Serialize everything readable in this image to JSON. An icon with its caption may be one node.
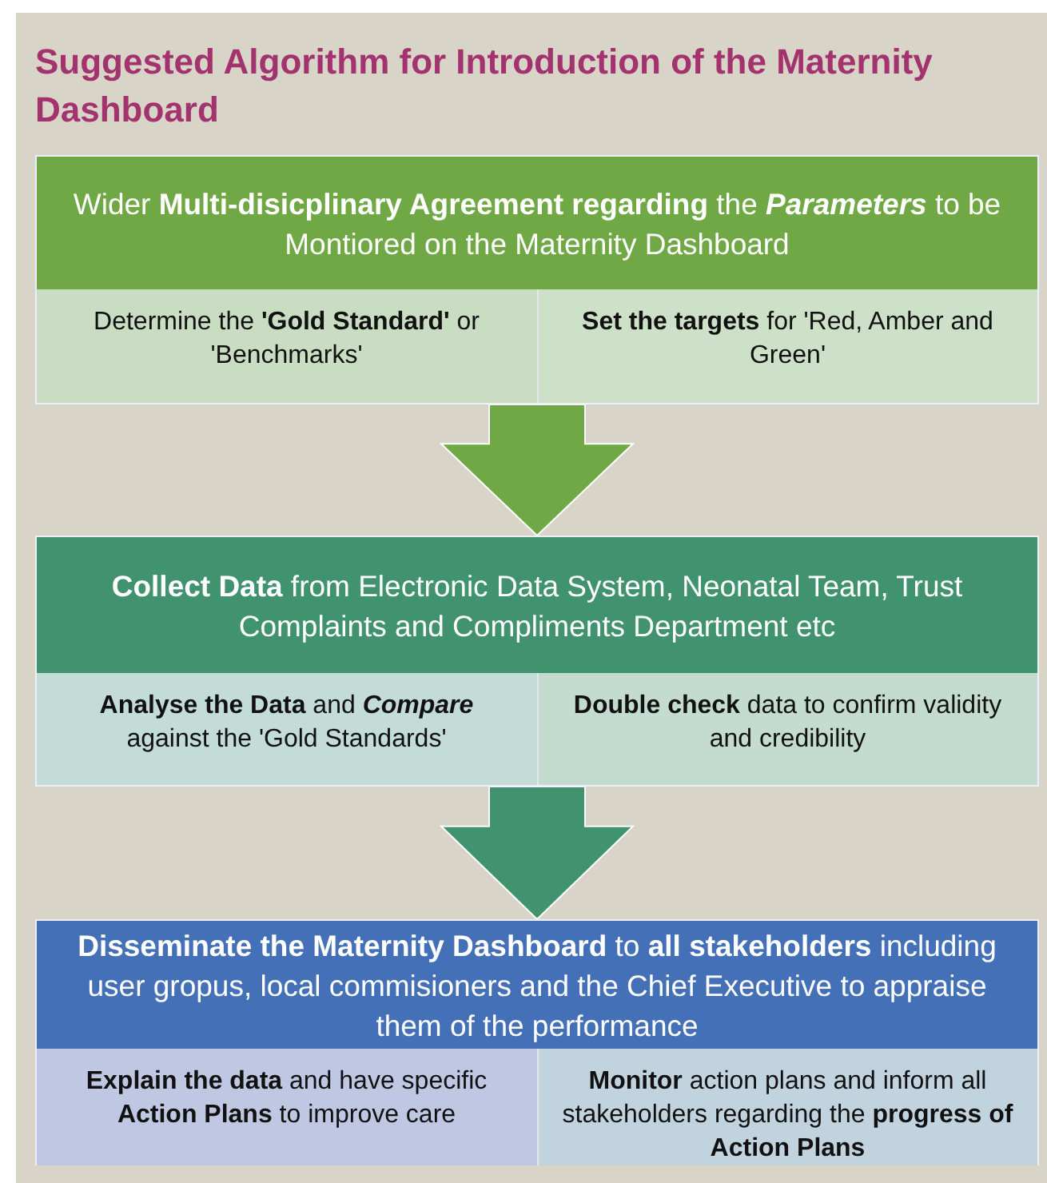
{
  "diagram": {
    "title": "Suggested Algorithm for Introduction of the Maternity Dashboard",
    "nodes": [
      {
        "text": [
          "Wider **Multi-disicplinary Agreement regarding** the *Parameters* to be Montiored on the Maternity Dashboard"
        ]
      },
      {
        "text": [
          "Determine the **'Gold Standard'** or 'Benchmarks'"
        ],
        "in": 0
      },
      {
        "text": [
          "**Set the targets** for 'Red, Amber and Green'"
        ],
        "in": 0
      },
      {
        "text": [
          "**Collect Data** from Electronic Data System, Neonatal Team, Trust Complaints and Compliments Department etc"
        ]
      },
      {
        "text": [
          "**Analyse the Data** and *Compare* against the 'Gold Standards'"
        ],
        "in": 3
      },
      {
        "text": [
          "**Double check** data to confirm validity and credibility"
        ],
        "in": 3
      },
      {
        "text": [
          "**Disseminate the Maternity Dashboard** to **all stakeholders** including user gropus, local commisioners and the Chief Executive to appraise them of the performance"
        ]
      },
      {
        "text": [
          "**Explain the data** and have specific **Action Plans** to improve care"
        ],
        "in": 6
      },
      {
        "text": [
          "**Monitor** action plans and inform all stakeholders regarding the **progress of Action Plans**"
        ],
        "in": 6
      }
    ],
    "edges": [
      {
        "from": 0,
        "to": 3,
        "arrow": "to",
        "style": "thick",
        "color": "#70a845"
      },
      {
        "from": 3,
        "to": 6,
        "arrow": "to",
        "style": "thick",
        "color": "#419370"
      }
    ]
  }
}
